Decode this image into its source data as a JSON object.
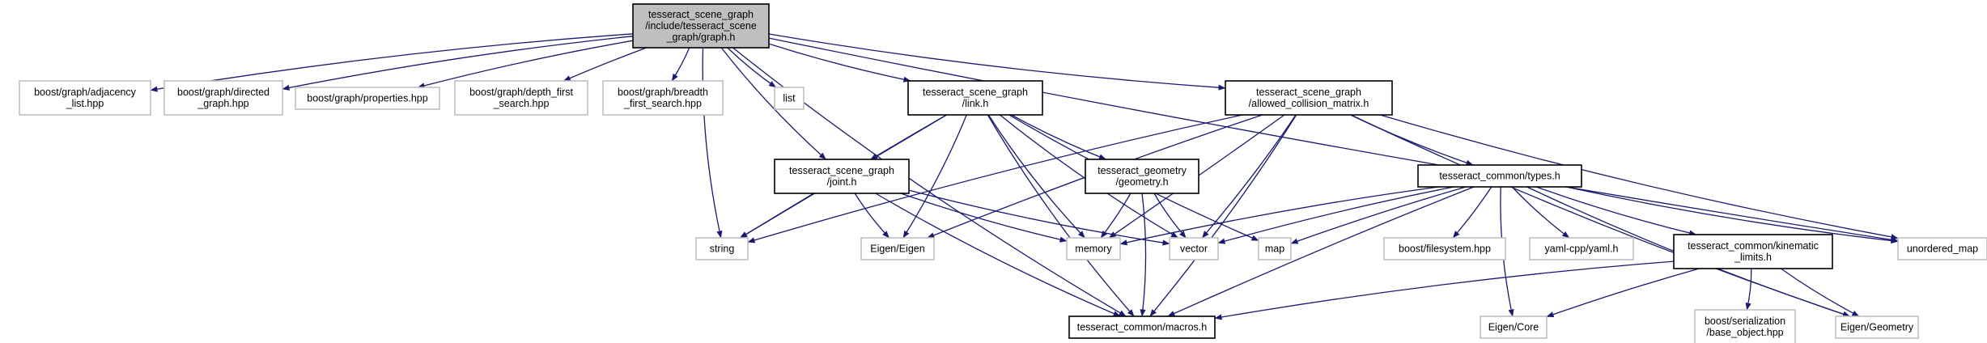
{
  "colors": {
    "edge": "#191970",
    "root_fill": "#bfbfbf",
    "root_border": "#000000",
    "documented_border": "#000000",
    "external_border": "#bfbfbf",
    "node_fill": "#ffffff"
  },
  "nodes": [
    {
      "id": "root",
      "kind": "root",
      "lines": [
        "tesseract_scene_graph",
        "/include/tesseract_scene",
        "_graph/graph.h"
      ]
    },
    {
      "id": "adjacency",
      "kind": "external",
      "lines": [
        "boost/graph/adjacency",
        "_list.hpp"
      ]
    },
    {
      "id": "directed",
      "kind": "external",
      "lines": [
        "boost/graph/directed",
        "_graph.hpp"
      ]
    },
    {
      "id": "properties",
      "kind": "external",
      "lines": [
        "boost/graph/properties.hpp"
      ]
    },
    {
      "id": "dfs",
      "kind": "external",
      "lines": [
        "boost/graph/depth_first",
        "_search.hpp"
      ]
    },
    {
      "id": "bfs",
      "kind": "external",
      "lines": [
        "boost/graph/breadth",
        "_first_search.hpp"
      ]
    },
    {
      "id": "list",
      "kind": "external",
      "lines": [
        "list"
      ]
    },
    {
      "id": "link",
      "kind": "documented",
      "lines": [
        "tesseract_scene_graph",
        "/link.h"
      ]
    },
    {
      "id": "acm",
      "kind": "documented",
      "lines": [
        "tesseract_scene_graph",
        "/allowed_collision_matrix.h"
      ]
    },
    {
      "id": "joint",
      "kind": "documented",
      "lines": [
        "tesseract_scene_graph",
        "/joint.h"
      ]
    },
    {
      "id": "geometry",
      "kind": "documented",
      "lines": [
        "tesseract_geometry",
        "/geometry.h"
      ]
    },
    {
      "id": "types",
      "kind": "documented",
      "lines": [
        "tesseract_common/types.h"
      ]
    },
    {
      "id": "string",
      "kind": "external",
      "lines": [
        "string"
      ]
    },
    {
      "id": "eigen",
      "kind": "external",
      "lines": [
        "Eigen/Eigen"
      ]
    },
    {
      "id": "memory",
      "kind": "external",
      "lines": [
        "memory"
      ]
    },
    {
      "id": "vector",
      "kind": "external",
      "lines": [
        "vector"
      ]
    },
    {
      "id": "map",
      "kind": "external",
      "lines": [
        "map"
      ]
    },
    {
      "id": "filesystem",
      "kind": "external",
      "lines": [
        "boost/filesystem.hpp"
      ]
    },
    {
      "id": "yaml",
      "kind": "external",
      "lines": [
        "yaml-cpp/yaml.h"
      ]
    },
    {
      "id": "kinematic",
      "kind": "documented",
      "lines": [
        "tesseract_common/kinematic",
        "_limits.h"
      ]
    },
    {
      "id": "unordered",
      "kind": "external",
      "lines": [
        "unordered_map"
      ]
    },
    {
      "id": "macros",
      "kind": "documented",
      "lines": [
        "tesseract_common/macros.h"
      ]
    },
    {
      "id": "eigencore",
      "kind": "external",
      "lines": [
        "Eigen/Core"
      ]
    },
    {
      "id": "serialization",
      "kind": "external",
      "lines": [
        "boost/serialization",
        "/base_object.hpp"
      ]
    },
    {
      "id": "eigengeom",
      "kind": "external",
      "lines": [
        "Eigen/Geometry"
      ]
    }
  ],
  "edges": [
    [
      "root",
      "adjacency"
    ],
    [
      "root",
      "directed"
    ],
    [
      "root",
      "properties"
    ],
    [
      "root",
      "dfs"
    ],
    [
      "root",
      "bfs"
    ],
    [
      "root",
      "string"
    ],
    [
      "root",
      "list"
    ],
    [
      "root",
      "link"
    ],
    [
      "root",
      "joint"
    ],
    [
      "root",
      "acm"
    ],
    [
      "root",
      "unordered"
    ],
    [
      "root",
      "macros"
    ],
    [
      "link",
      "string"
    ],
    [
      "link",
      "joint"
    ],
    [
      "link",
      "eigen"
    ],
    [
      "link",
      "geometry"
    ],
    [
      "link",
      "memory"
    ],
    [
      "link",
      "vector"
    ],
    [
      "link",
      "map"
    ],
    [
      "link",
      "macros"
    ],
    [
      "acm",
      "string"
    ],
    [
      "acm",
      "eigen"
    ],
    [
      "acm",
      "memory"
    ],
    [
      "acm",
      "vector"
    ],
    [
      "acm",
      "types"
    ],
    [
      "acm",
      "unordered"
    ],
    [
      "acm",
      "macros"
    ],
    [
      "acm",
      "eigengeom"
    ],
    [
      "joint",
      "string"
    ],
    [
      "joint",
      "eigen"
    ],
    [
      "joint",
      "memory"
    ],
    [
      "joint",
      "vector"
    ],
    [
      "joint",
      "macros"
    ],
    [
      "geometry",
      "memory"
    ],
    [
      "geometry",
      "vector"
    ],
    [
      "geometry",
      "macros"
    ],
    [
      "types",
      "memory"
    ],
    [
      "types",
      "vector"
    ],
    [
      "types",
      "map"
    ],
    [
      "types",
      "filesystem"
    ],
    [
      "types",
      "yaml"
    ],
    [
      "types",
      "kinematic"
    ],
    [
      "types",
      "unordered"
    ],
    [
      "types",
      "macros"
    ],
    [
      "types",
      "eigencore"
    ],
    [
      "types",
      "eigengeom"
    ],
    [
      "kinematic",
      "macros"
    ],
    [
      "kinematic",
      "eigencore"
    ],
    [
      "kinematic",
      "serialization"
    ],
    [
      "kinematic",
      "eigengeom"
    ]
  ]
}
